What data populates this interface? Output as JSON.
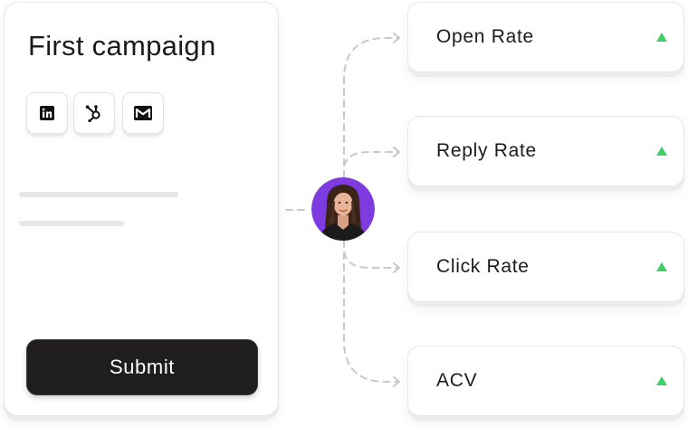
{
  "campaign": {
    "title": "First campaign",
    "channels": [
      {
        "icon": "linkedin-icon"
      },
      {
        "icon": "hubspot-icon"
      },
      {
        "icon": "gmail-icon"
      }
    ],
    "submit_label": "Submit"
  },
  "avatar": {
    "icon": "person-avatar"
  },
  "metrics": [
    {
      "label": "Open Rate",
      "trend": "up"
    },
    {
      "label": "Reply Rate",
      "trend": "up"
    },
    {
      "label": "Click Rate",
      "trend": "up"
    },
    {
      "label": "ACV",
      "trend": "up"
    }
  ],
  "colors": {
    "accent_purple": "#7e3be0",
    "trend_up": "#3ecf6b",
    "button_dark": "#1f1d1e",
    "connector": "#c7c7c7"
  }
}
